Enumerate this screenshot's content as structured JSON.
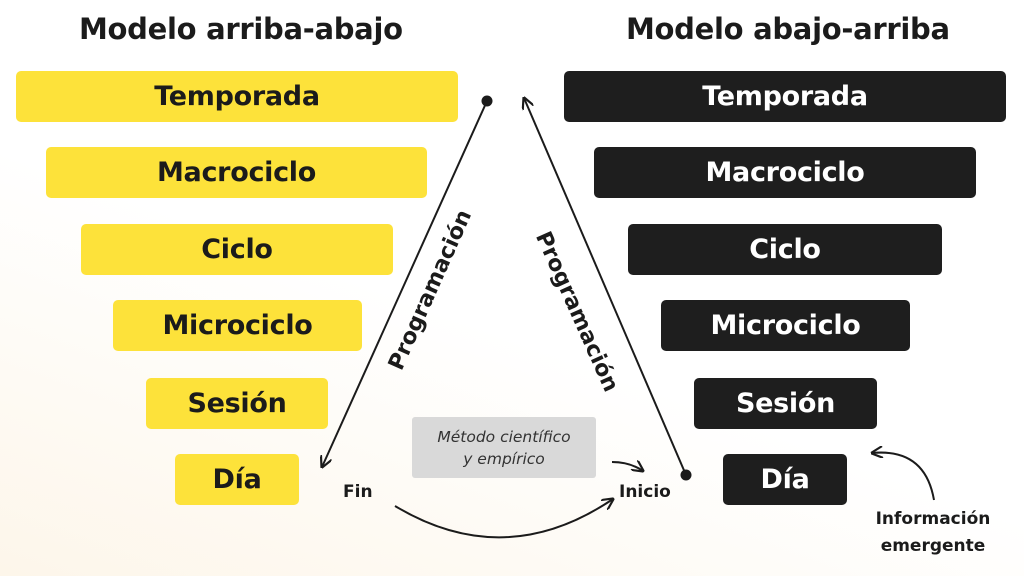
{
  "left_model": {
    "title": "Modelo arriba-abajo",
    "levels": [
      "Temporada",
      "Macrociclo",
      "Ciclo",
      "Microciclo",
      "Sesión",
      "Día"
    ],
    "color": "#fde23a"
  },
  "right_model": {
    "title": "Modelo abajo-arriba",
    "levels": [
      "Temporada",
      "Macrociclo",
      "Ciclo",
      "Microciclo",
      "Sesión",
      "Día"
    ],
    "color": "#1e1e1e"
  },
  "arrows": {
    "left_label": "Programación",
    "right_label": "Programación"
  },
  "method_box": {
    "line1": "Método científico",
    "line2": "y empírico"
  },
  "end_label": "Fin",
  "start_label": "Inicio",
  "emergent": {
    "line1": "Información",
    "line2": "emergente"
  }
}
